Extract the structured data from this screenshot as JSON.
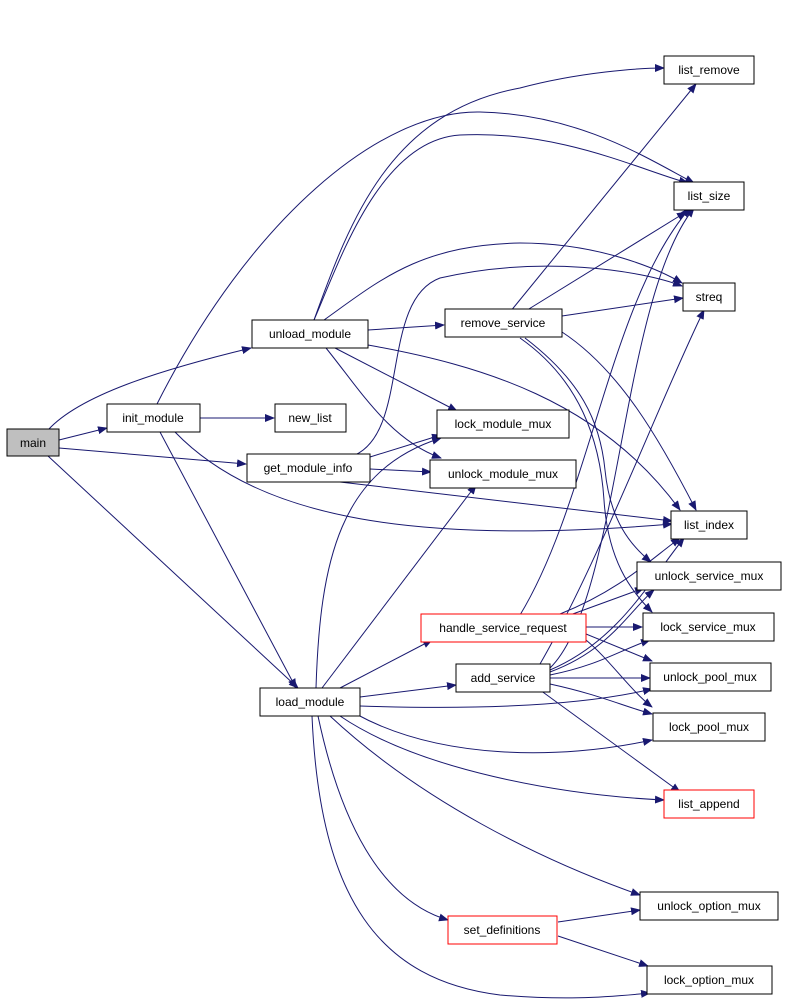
{
  "colors": {
    "edge": "#191970",
    "node_border": "#000000",
    "node_border_undocumented": "#ff0000",
    "root_fill": "#bfbfbf",
    "background": "#ffffff"
  },
  "nodes": {
    "main": "main",
    "init_module": "init_module",
    "new_list": "new_list",
    "unload_module": "unload_module",
    "get_module_info": "get_module_info",
    "load_module": "load_module",
    "remove_service": "remove_service",
    "lock_module_mux": "lock_module_mux",
    "unlock_module_mux": "unlock_module_mux",
    "handle_service_request": "handle_service_request",
    "add_service": "add_service",
    "set_definitions": "set_definitions",
    "list_remove": "list_remove",
    "list_size": "list_size",
    "streq": "streq",
    "list_index": "list_index",
    "unlock_service_mux": "unlock_service_mux",
    "lock_service_mux": "lock_service_mux",
    "unlock_pool_mux": "unlock_pool_mux",
    "lock_pool_mux": "lock_pool_mux",
    "list_append": "list_append",
    "unlock_option_mux": "unlock_option_mux",
    "lock_option_mux": "lock_option_mux"
  }
}
